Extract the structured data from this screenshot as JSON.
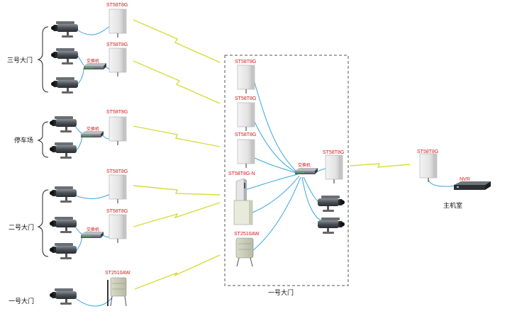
{
  "device_labels": {
    "st58t8g": "ST58T8G",
    "st58t8g_n": "ST58T8G-N",
    "st2510aw": "ST2510AW",
    "switch": "交换机",
    "nvr": "NVR"
  },
  "zones": {
    "gate3": "三号大门",
    "parking": "停车场",
    "gate2": "二号大门",
    "gate1_left": "一号大门",
    "gate1_box": "一号大门",
    "control_room": "主机室"
  },
  "colors": {
    "cable": "#3aa6e0",
    "wireless": "#d6dc3a",
    "device_label": "#d01818",
    "dashed_box": "#555555"
  }
}
